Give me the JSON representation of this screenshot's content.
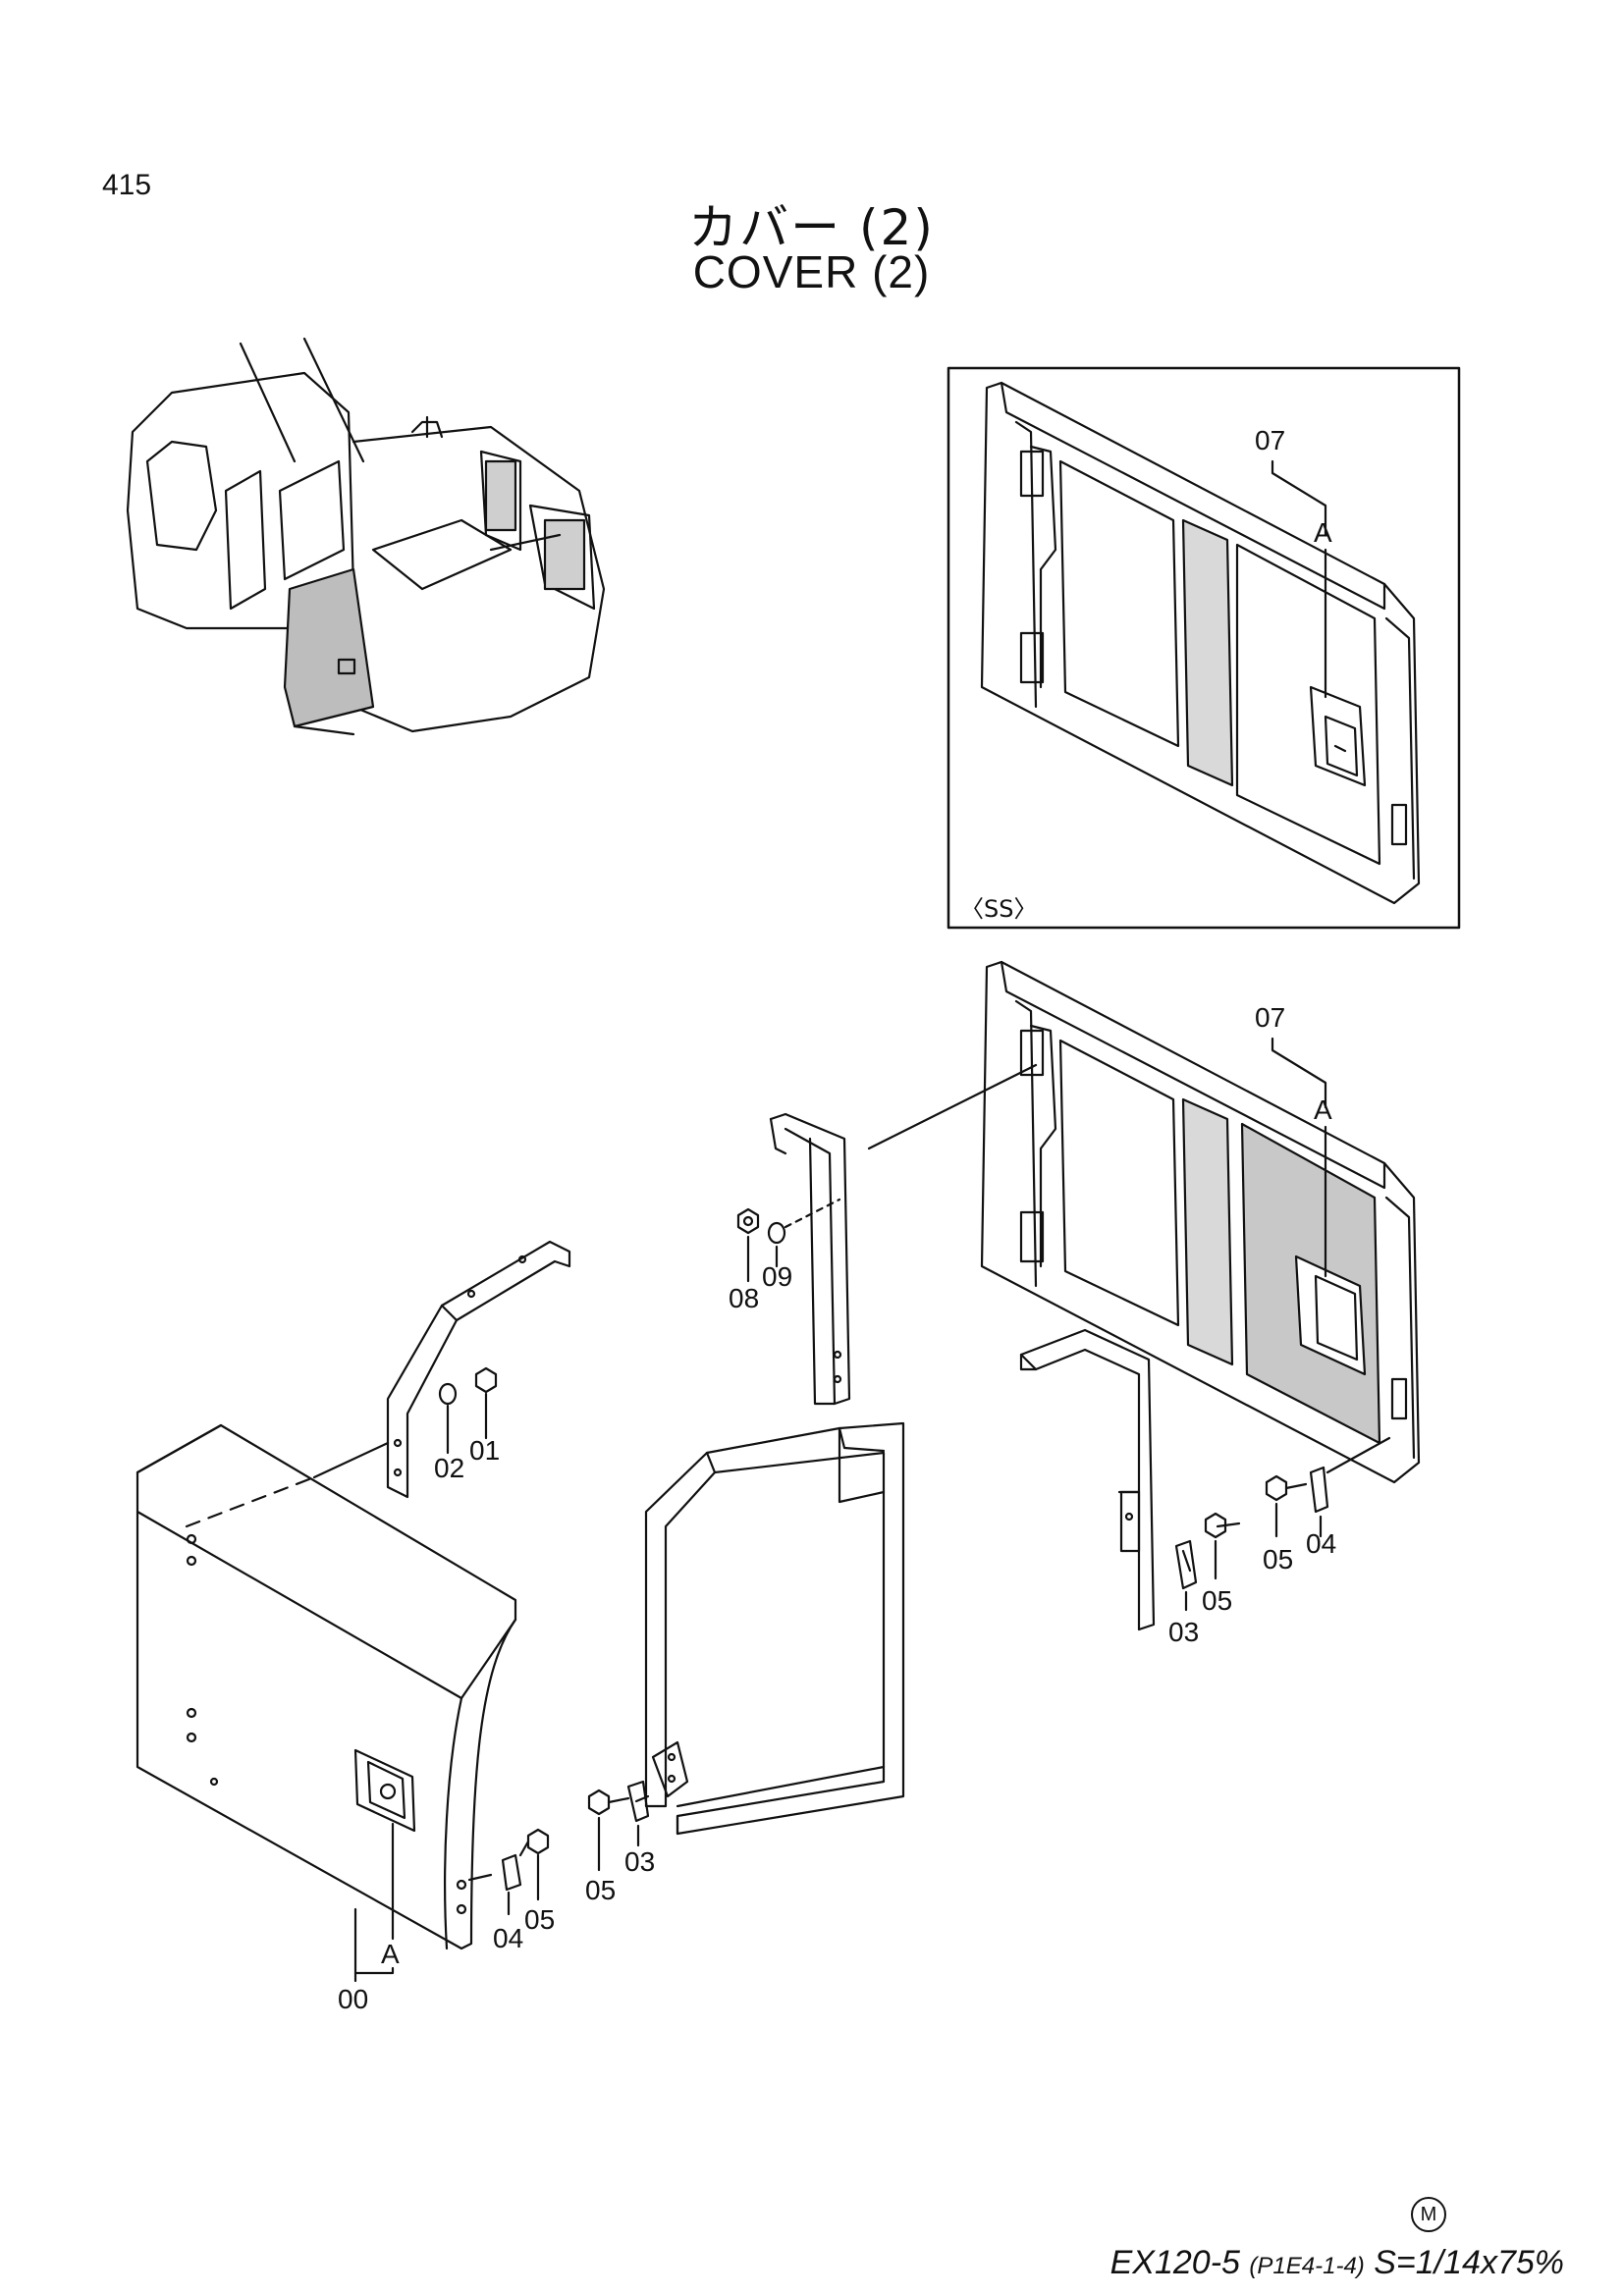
{
  "page_number": "415",
  "title_jp": "カバー (2)",
  "title_en": "COVER (2)",
  "inset_label": "〈SS〉",
  "part_labels": {
    "p00": "00",
    "p01": "01",
    "p02": "02",
    "p03": "03",
    "p04": "04",
    "p05": "05",
    "p07": "07",
    "p08": "08",
    "p09": "09",
    "ref_a": "A"
  },
  "footer": {
    "model": "EX120-5",
    "code": "(P1E4-1-4)",
    "scale": "S=1/14x75%",
    "stamp": "M"
  }
}
